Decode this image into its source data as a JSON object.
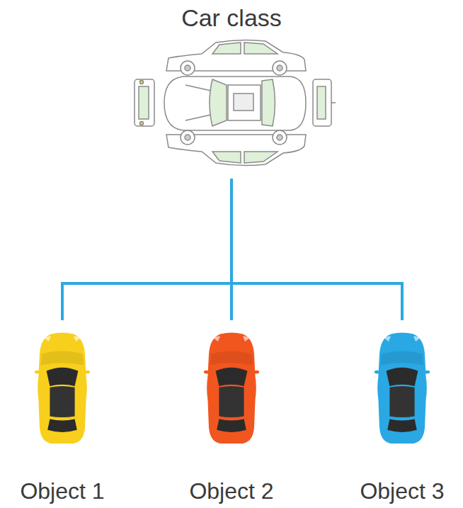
{
  "diagram": {
    "nodes": [
      {
        "text": [
          "Car class"
        ]
      },
      {
        "text": [
          "Object 1"
        ]
      },
      {
        "text": [
          "Object 2"
        ]
      },
      {
        "text": [
          "Object 3"
        ]
      }
    ],
    "edges": [
      {
        "from": 0,
        "to": 1,
        "arrow": "none"
      },
      {
        "from": 0,
        "to": 2,
        "arrow": "none"
      },
      {
        "from": 0,
        "to": 3,
        "arrow": "none"
      }
    ]
  }
}
